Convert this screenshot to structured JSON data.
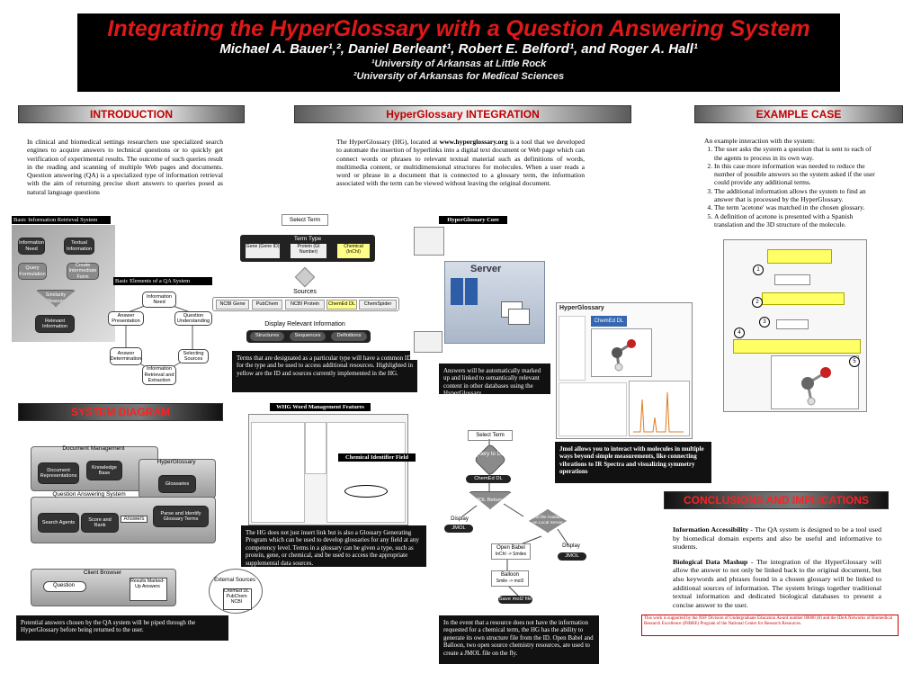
{
  "header": {
    "title": "Integrating the HyperGlossary with a Question Answering System",
    "authors": "Michael A. Bauer¹,², Daniel Berleant¹, Robert E. Belford¹, and Roger A. Hall¹",
    "affiliation1": "¹University of Arkansas at Little Rock",
    "affiliation2": "²University of Arkansas for Medical Sciences"
  },
  "sections": {
    "introduction": "INTRODUCTION",
    "integration": "HyperGlossary INTEGRATION",
    "example": "EXAMPLE CASE",
    "system": "SYSTEM DIAGRAM",
    "conclusions": "CONCLUSIONS AND IMPLICATIONS"
  },
  "intro_text": "In clinical and biomedical settings researchers use specialized search engines to acquire answers to technical questions or to quickly get verification of experimental results. The outcome of such queries result in the reading and scanning of multiple Web pages and documents. Question answering (QA) is a specialized type of information retrieval with the aim of returning precise short answers to queries posed as natural language questions",
  "integration_text_pre": "The HyperGlossary (HG), located at ",
  "integration_url": "www.hyperglossary.org",
  "integration_text_post": " is a tool that we developed to automate the insertion of hyperlinks into a digital text document or Web page which can connect words or phrases to relevant textual material such as definitions of words, multimedia content, or multidimensional structures for molecules. When a user reads a word or phrase in a document that is connected to a glossary term, the information associated with the term can be viewed without leaving the original document.",
  "example": {
    "intro": "An example interaction with the system:",
    "items": [
      "The user asks the system a question that is sent to each of the agents to process in its own way.",
      "In this case more information was needed to reduce the number of possible answers so the system asked if the user could provide any additional terms.",
      "The additional information allows the system to find an answer that is processed by the HyperGlossary.",
      "The term 'acetone' was matched in the chosen glossary.",
      "A definition of acetone is presented with a Spanish translation and the 3D structure of the molecule."
    ],
    "markers": [
      "1",
      "2",
      "3",
      "4",
      "5"
    ]
  },
  "basic_ir": {
    "caption": "Basic Information Retrieval System",
    "nodes": [
      "Information Need",
      "Textual Information",
      "Query Formulation",
      "Create Intermediate Form",
      "Similarity Measure",
      "Relevant Information"
    ]
  },
  "qa_elements": {
    "caption": "Basic Elements of a QA System",
    "nodes": [
      "Information Need",
      "Answer Presentation",
      "Question Understanding",
      "Answer Determination",
      "Selecting Sources",
      "Information Retrieval and Extraction"
    ]
  },
  "select_term": {
    "button": "Select Term",
    "term_type": "Term Type",
    "types": [
      "Gene (Gene ID)",
      "Protein (GI Number)",
      "Chemical (InChI)"
    ],
    "sources_label": "Sources",
    "sources": [
      "NCBI Gene",
      "PubChem",
      "NCBI Protein",
      "ChemEd DL",
      "ChemSpider"
    ],
    "display_label": "Display Relevant Information",
    "display_items": [
      "Structures",
      "Sequences",
      "Definitions"
    ],
    "caption": "Terms that are designated as a particular type will have a common ID for the type and be used to access additional resources. Highlighted in yellow are the ID and sources currently implemented in the HG."
  },
  "hg_core": {
    "caption": "HyperGlossary Core",
    "server": "Server",
    "note": "Answers will be automatically marked up and linked to semantically relevant content in other databases using the HyperGlossary."
  },
  "whg": {
    "caption": "WHG Word Management Features",
    "field_label": "Chemical Identifier Field",
    "note": "The HG does not just insert link but is also a Glossary Generating Program which can be used to develop glossaries for any field at any competency level. Terms in a glossary can be given a type, such as protein, gene, or chemical, and be used to access the appropriate supplemental data sources."
  },
  "jmol": {
    "app_title": "HyperGlossary",
    "badge": "ChemEd DL",
    "note": "Jmol allows you to interact with molecules in multiple ways beyond simple measurements, like connecting vibrations to IR Spectra and visualizing symmetry operations"
  },
  "flow": {
    "select_term": "Select Term",
    "query": "Query to DL",
    "chemed": "ChemEd DL",
    "jmol_returned": "JMOL Returned",
    "display1": "Display",
    "jmol1": "JMOL",
    "mod_file": "Mod file Available on Local Server",
    "openbabel": "Open Babel",
    "openbabel_sub": "InChI -> Smiles",
    "display2": "Display",
    "jmol2": "JMOL",
    "balloon": "Balloon",
    "balloon_sub": "Smile -> mol2",
    "save": "Save mol2 file",
    "note": "In the event that a resource does not have the information requested for a chemical term, the HG has the ability to generate its own structure file from the ID. Open Babel and Balloon, two open source chemistry resources, are used to create a JMOL file on the fly."
  },
  "system_diagram": {
    "doc_mgmt": "Document Management",
    "doc_rep": "Document Representations",
    "kb": "Knowledge Base",
    "hg": "HyperGlossary",
    "glossaries": "Glossaries",
    "qas": "Question Answering System",
    "search_agents": "Search Agents",
    "score_rank": "Score and Rank",
    "answers": "Answers",
    "parse": "Parse and Identify Glossary Terms",
    "client": "Client Browser",
    "question": "Question",
    "results": "Results Marked-Up Answers",
    "external": "External Sources",
    "ext_list": "ChemEd DL PubChem NCBI",
    "note": "Potential answers chosen by the QA system will be piped through the HyperGlossary before being returned to the user."
  },
  "conclusions": {
    "p1_head": "Information Accessibility",
    "p1": " - The QA system is designed to be a tool used by biomedical domain experts and also be useful and informative to students.",
    "p2_head": "Biological Data Mashup",
    "p2": " - The integration of the HyperGlossary will allow the answer to not only be linked back to the original document, but also keywords and phrases found in a chosen glossary will be linked to additional sources of information. The system brings together traditional textual information and dedicated biological databases to present a concise answer to the user."
  },
  "funding": "This work is supported by the NSF Division of Undergraduate Education Award number 00000 (8) and the IDeA Networks of Biomedical Research Excellence (INBRE) Program of the National Center for Research Resources."
}
